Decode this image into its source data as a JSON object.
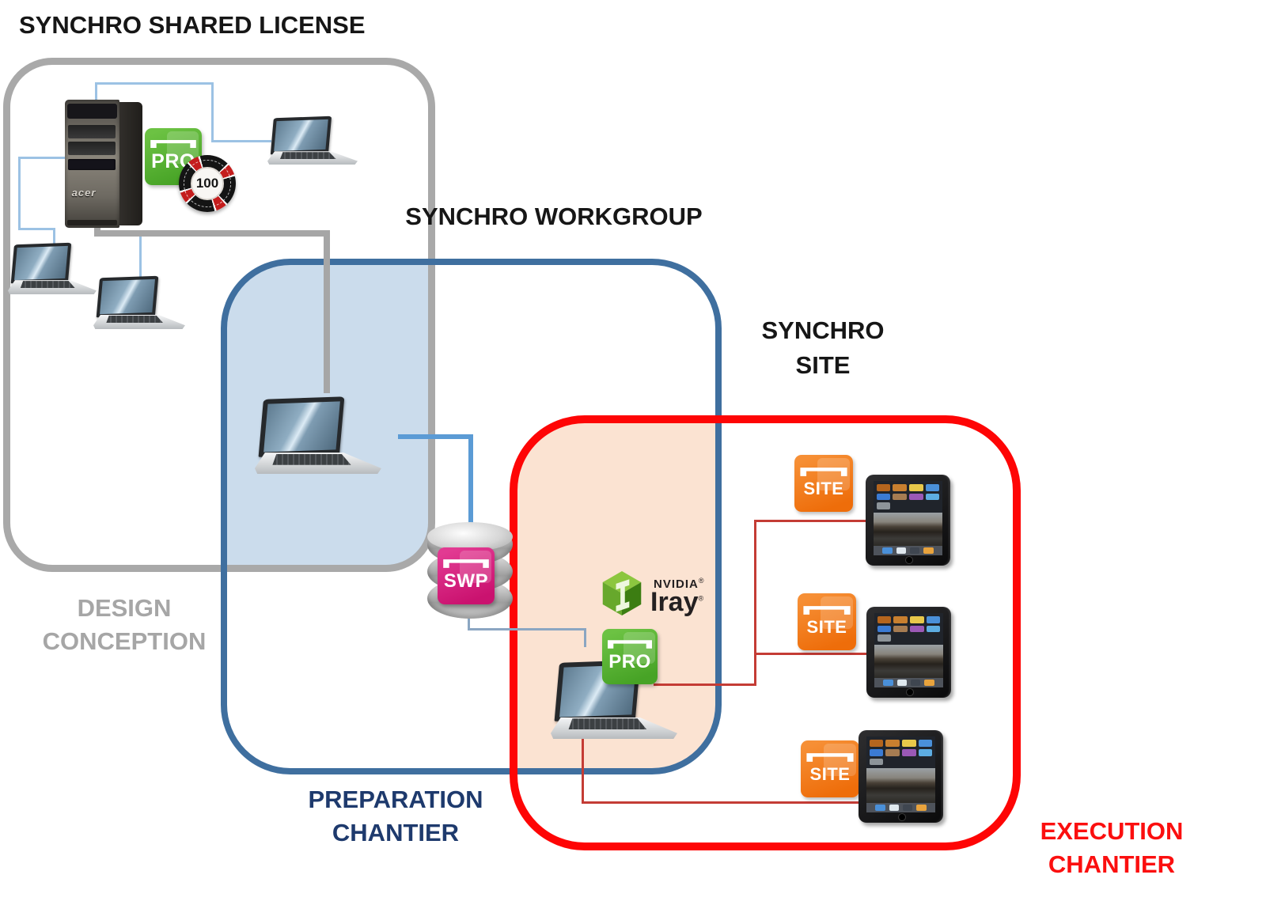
{
  "diagram": {
    "shared_license_title": "SYNCHRO SHARED LICENSE",
    "workgroup_title": "SYNCHRO WORKGROUP",
    "site_title_line1": "SYNCHRO",
    "site_title_line2": "SITE",
    "design_line1": "DESIGN",
    "design_line2": "CONCEPTION",
    "preparation_line1": "PREPARATION",
    "preparation_line2": "CHANTIER",
    "execution_line1": "EXECUTION",
    "execution_line2": "CHANTIER"
  },
  "badges": {
    "pro": "PRO",
    "swp": "SWP",
    "site": "SITE",
    "chip_value": "100",
    "nvidia": "NVIDIA",
    "iray": "Iray",
    "reg": "®",
    "tower_brand": "acer"
  },
  "colors": {
    "shared_license_border": "#a9a9a9",
    "workgroup_border": "#3f6f9f",
    "workgroup_fill": "#cbdcec",
    "site_border": "#fe0505",
    "site_fill": "#fbe3d2",
    "pro_green": "#47a326",
    "site_orange": "#ee6d0a",
    "swp_magenta": "#ca126f",
    "design_text_color": "#a6a6a6",
    "preparation_text_color": "#1e3a6d",
    "execution_text_color": "#fb0f0f"
  }
}
